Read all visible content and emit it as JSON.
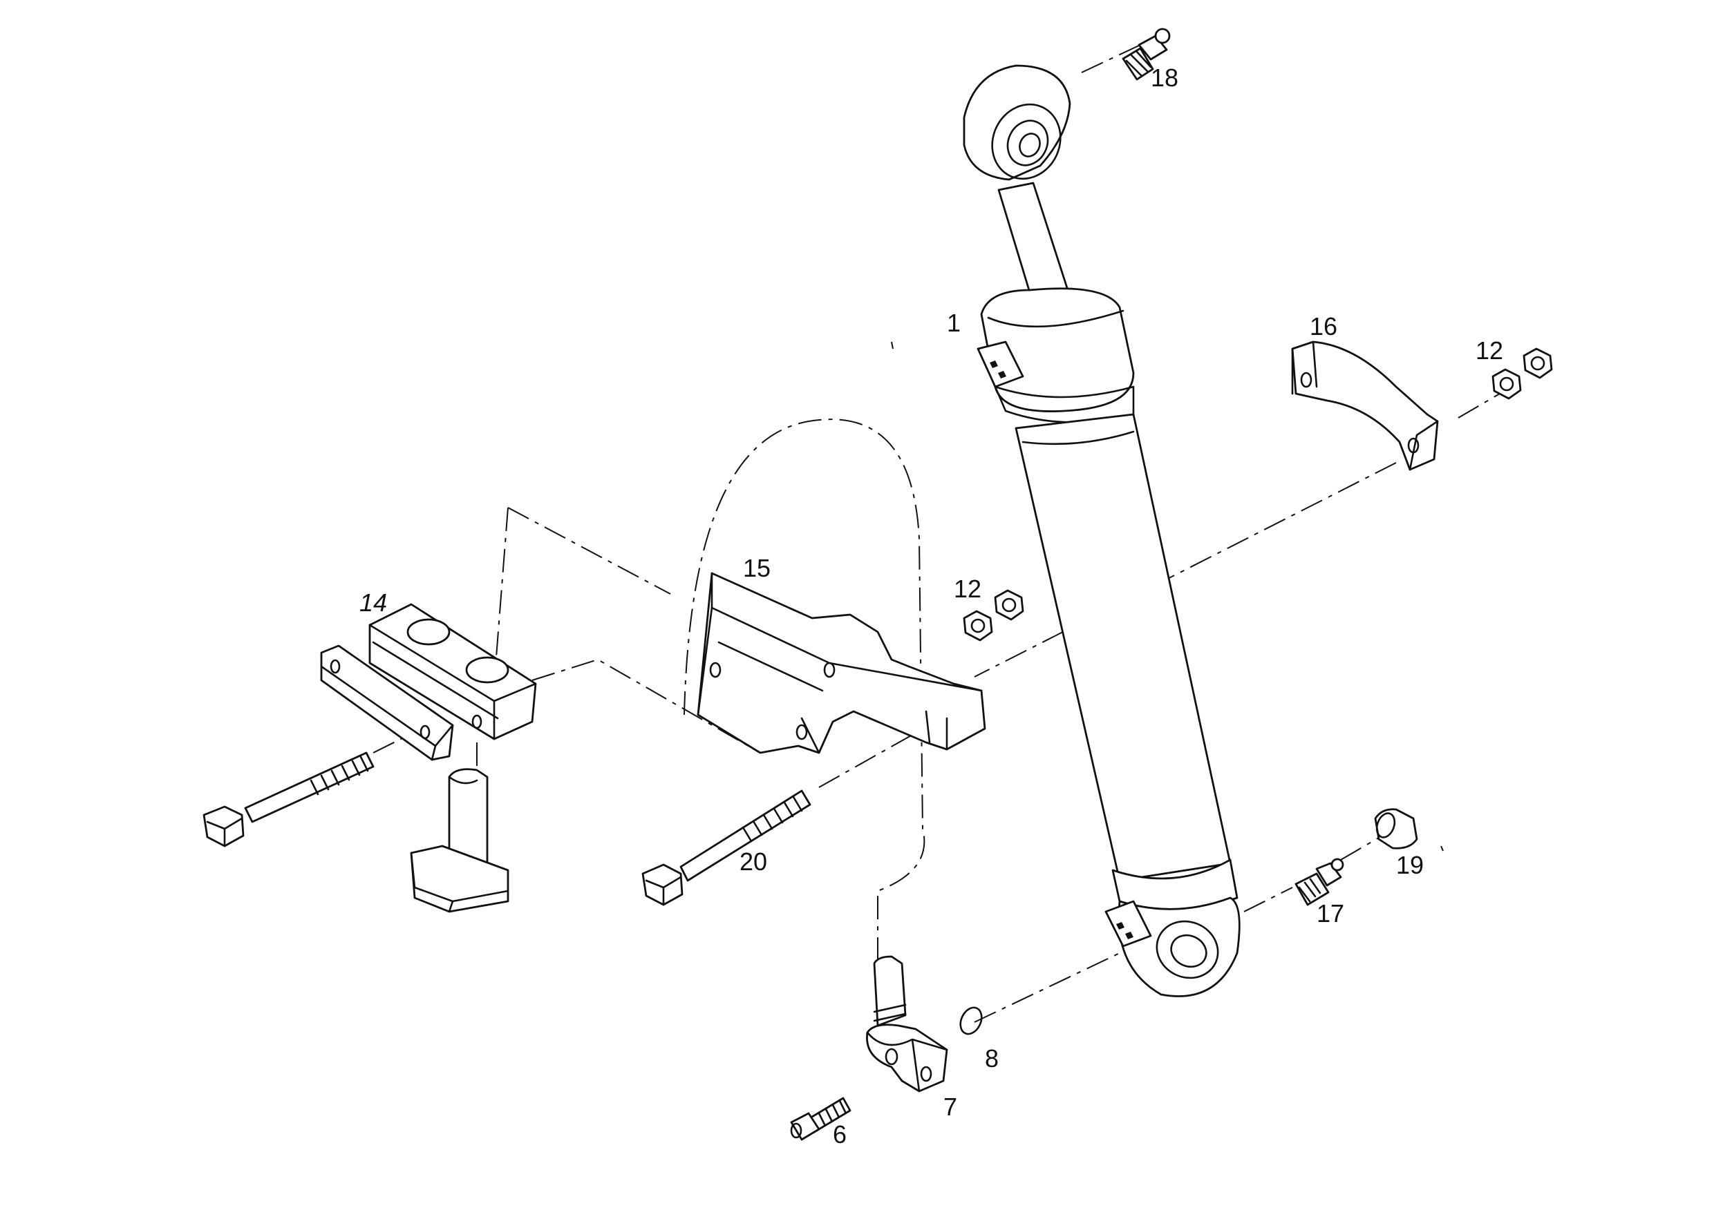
{
  "callouts": {
    "c1": "1",
    "c6": "6",
    "c7": "7",
    "c8": "8",
    "c12a": "12",
    "c12b": "12",
    "c14": "14",
    "c15": "15",
    "c16": "16",
    "c17": "17",
    "c18": "18",
    "c19": "19",
    "c20": "20"
  },
  "colors": {
    "ink": "#111111",
    "paper": "#ffffff"
  }
}
